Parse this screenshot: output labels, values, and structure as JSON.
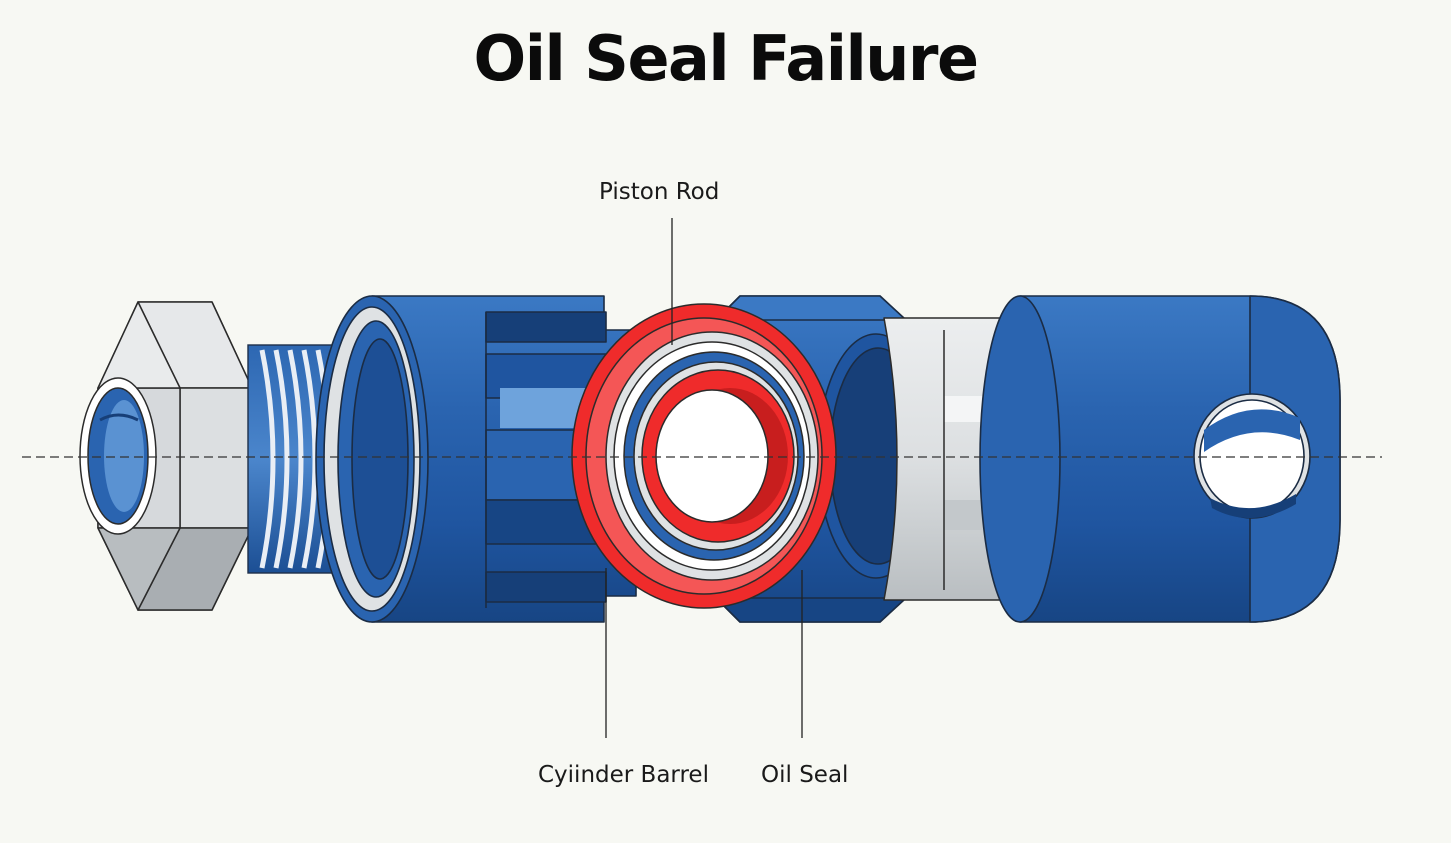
{
  "title": "Oil Seal Failure",
  "labels": {
    "piston_rod": "Piston Rod",
    "cylinder_barrel": "Cyiinder Barrel",
    "oil_seal": "Oil Seal"
  },
  "colors": {
    "blue": "#2a64b0",
    "blue_dark": "#163f78",
    "blue_light": "#5a92d2",
    "steel": "#dfe2e4",
    "steel_dark": "#9ea4a8",
    "seal_red": "#ef2b2b",
    "background": "#f7f8f3"
  }
}
